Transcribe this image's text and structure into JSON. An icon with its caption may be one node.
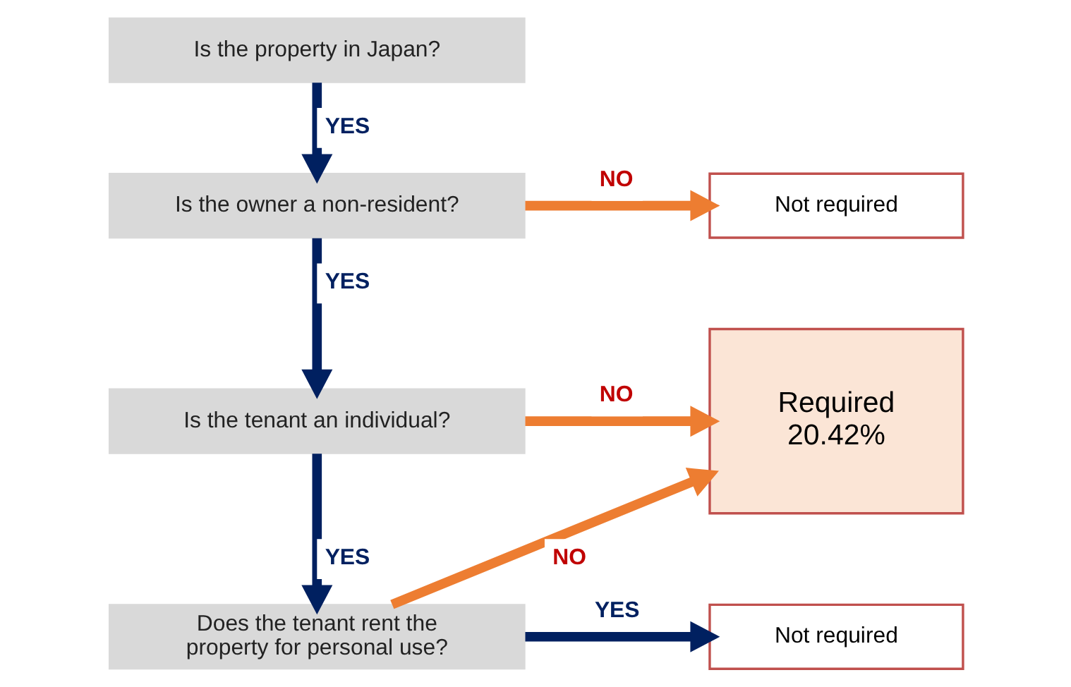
{
  "diagram": {
    "nodes": [
      {
        "text": [
          "Is the property in Japan?"
        ]
      },
      {
        "text": [
          "Is the owner a non-resident?"
        ]
      },
      {
        "text": [
          "Is the tenant an individual?"
        ]
      },
      {
        "text": [
          "Does the tenant rent the property for personal use?"
        ]
      },
      {
        "text": [
          "Not required"
        ]
      },
      {
        "text": [
          "Required 20.42%"
        ]
      },
      {
        "text": [
          "Not required"
        ]
      }
    ],
    "edges": [
      {
        "from": 0,
        "to": 1,
        "arrow": "to",
        "label": "YES"
      },
      {
        "from": 1,
        "to": 4,
        "arrow": "to",
        "label": "NO",
        "color": "#ed7d31"
      },
      {
        "from": 1,
        "to": 2,
        "arrow": "to",
        "label": "YES"
      },
      {
        "from": 2,
        "to": 5,
        "arrow": "to",
        "label": "NO",
        "color": "#ed7d31"
      },
      {
        "from": 2,
        "to": 3,
        "arrow": "to",
        "label": "YES"
      },
      {
        "from": 3,
        "to": 5,
        "arrow": "to",
        "label": "NO",
        "color": "#ed7d31"
      },
      {
        "from": 3,
        "to": 6,
        "arrow": "to",
        "label": "YES"
      }
    ]
  }
}
